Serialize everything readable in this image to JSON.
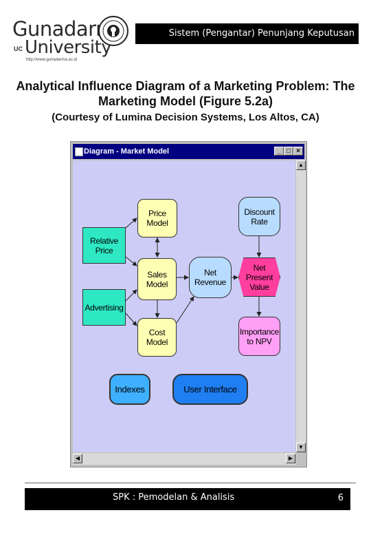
{
  "header": {
    "logo_line1": "Gunadarma",
    "logo_uc": "UC",
    "logo_line2": "University",
    "logo_url": "http://www.gunadarma.ac.id",
    "course_title": "Sistem (Pengantar) Penunjang Keputusan"
  },
  "slide": {
    "title": "Analytical Influence Diagram of a Marketing Problem: The Marketing Model (Figure 5.2a)",
    "subtitle": "(Courtesy of Lumina Decision Systems, Los Altos, CA)"
  },
  "window": {
    "title": "Diagram - Market Model",
    "minimize_glyph": "_",
    "maximize_glyph": "□",
    "close_glyph": "×"
  },
  "diagram": {
    "nodes": {
      "price_model": "Price Model",
      "relative_price": "Relative Price",
      "sales_model": "Sales Model",
      "advertising": "Advertising",
      "cost_model": "Cost Model",
      "net_revenue": "Net Revenue",
      "discount_rate": "Discount Rate",
      "net_present_value": "Net Present Value",
      "importance_to_npv": "Importance to NPV",
      "indexes": "Indexes",
      "user_interface": "User Interface"
    }
  },
  "footer": {
    "text": "SPK : Pemodelan & Analisis",
    "page": "6"
  },
  "colors": {
    "canvas": "#ccccf6",
    "model_node": "#ffffb4",
    "input_node": "#2ee8c4",
    "chance_node": "#b8dcff",
    "objective_node": "#ff3e9e",
    "module_node": "#ff9ff5",
    "titlebar": "#000080"
  }
}
